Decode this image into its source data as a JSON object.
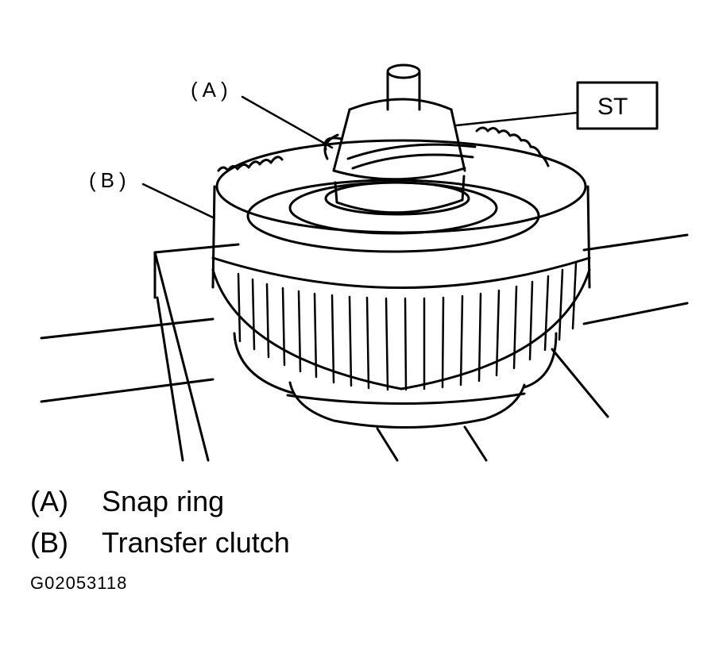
{
  "diagram": {
    "callouts": {
      "a": "(A)",
      "b": "(B)",
      "st": "ST"
    },
    "legend": [
      {
        "key": "(A)",
        "label": "Snap ring"
      },
      {
        "key": "(B)",
        "label": "Transfer clutch"
      }
    ],
    "figure_id": "G02053118"
  }
}
